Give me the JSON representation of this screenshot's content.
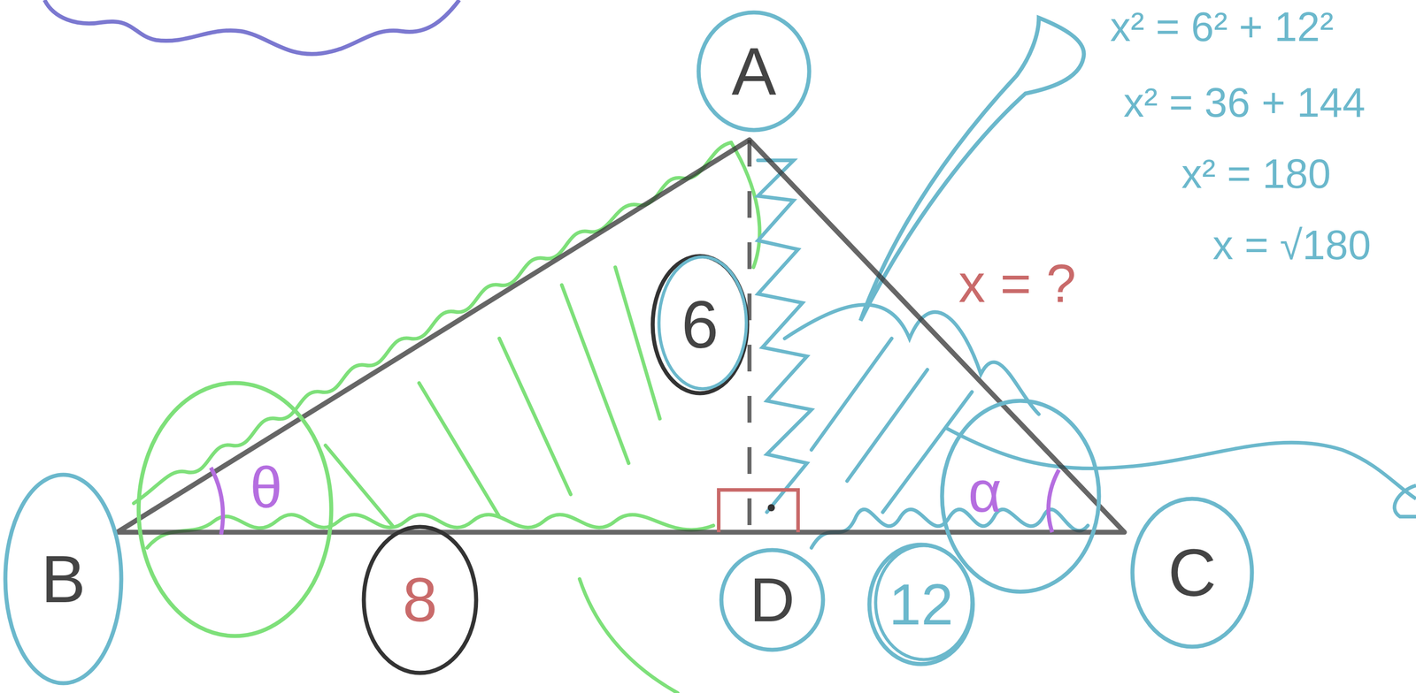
{
  "diagram": {
    "nodes": [
      {
        "text": [
          "A"
        ]
      },
      {
        "text": [
          "6"
        ]
      },
      {
        "text": [
          "θ"
        ]
      },
      {
        "text": [
          "α"
        ]
      },
      {
        "text": [
          "B"
        ]
      },
      {
        "text": [
          "8"
        ]
      },
      {
        "text": [
          "D"
        ]
      },
      {
        "text": [
          "12"
        ]
      },
      {
        "text": [
          "C"
        ]
      }
    ],
    "labels": [
      "x = ?",
      "x² = 6² + 12²",
      "x² = 36 + 144",
      "x² = 180",
      "x = √180"
    ]
  }
}
